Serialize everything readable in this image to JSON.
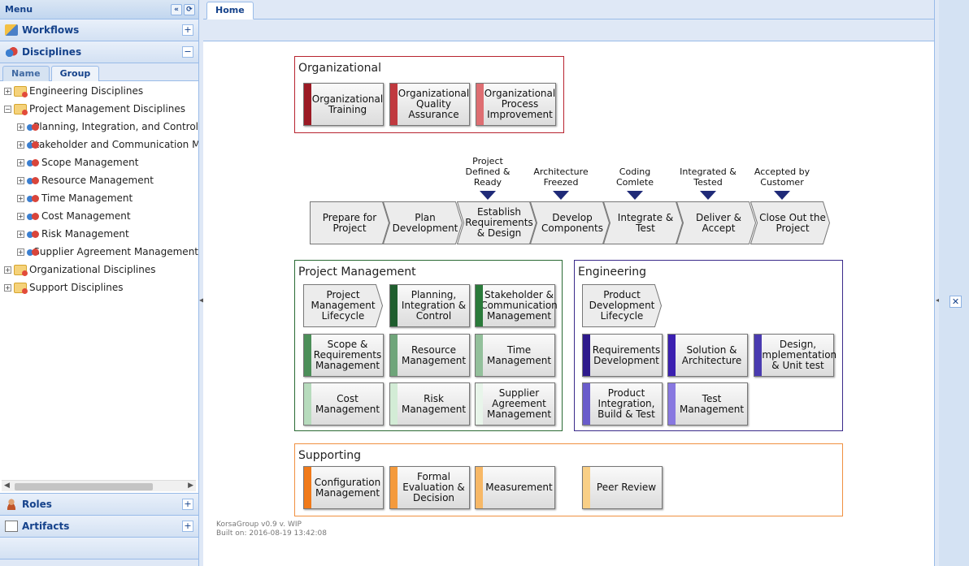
{
  "sidebar": {
    "title": "Menu",
    "title_tools": [
      "«",
      "⟳"
    ],
    "workflows": "Workflows",
    "disciplines": "Disciplines",
    "roles": "Roles",
    "artifacts": "Artifacts",
    "tabs": [
      "Name",
      "Group"
    ],
    "tree": [
      {
        "label": "Engineering Disciplines",
        "expanded": false
      },
      {
        "label": "Project Management Disciplines",
        "expanded": true
      },
      {
        "label": "Planning, Integration, and Control"
      },
      {
        "label": "Stakeholder and Communication Ma"
      },
      {
        "label": "Scope Management"
      },
      {
        "label": "Resource Management"
      },
      {
        "label": "Time Management"
      },
      {
        "label": "Cost Management"
      },
      {
        "label": "Risk Management"
      },
      {
        "label": "Supplier Agreement Management"
      },
      {
        "label": "Organizational Disciplines",
        "expanded": false
      },
      {
        "label": "Support Disciplines",
        "expanded": false
      }
    ]
  },
  "main": {
    "tab": "Home",
    "footer_line1": "KorsaGroup v0.9 v. WIP",
    "footer_line2": "Built on: 2016-08-19 13:42:08"
  },
  "diagram": {
    "organizational": {
      "title": "Organizational",
      "cards": [
        "Organizational Training",
        "Organizational Quality Assurance",
        "Organizational Process Improvement"
      ],
      "colors": [
        "#9b1a24",
        "#c0393f",
        "#de6e72"
      ]
    },
    "lifecycle": {
      "phases": [
        "Prepare for Project",
        "Plan Development",
        "Establish Requirements & Design",
        "Develop Components",
        "Integrate & Test",
        "Deliver & Accept",
        "Close Out the Project"
      ],
      "milestones": [
        "Project Defined & Ready",
        "Architecture Freezed",
        "Coding Comlete",
        "Integrated & Tested",
        "Accepted by Customer"
      ]
    },
    "project_management": {
      "title": "Project Management",
      "lifecycle": "Project Management Lifecycle",
      "cards": [
        "Planning, Integration & Control",
        "Stakeholder & Communication Management",
        "Scope & Requirements Management",
        "Resource Management",
        "Time Management",
        "Cost Management",
        "Risk Management",
        "Supplier Agreement Management"
      ],
      "colors": [
        "#1f5e2e",
        "#2a7a3a",
        "#4c8f59",
        "#6fa57a",
        "#93c09b",
        "#b7dbbd",
        "#d3ecd6",
        "#e8f5ea"
      ]
    },
    "engineering": {
      "title": "Engineering",
      "lifecycle": "Product Development Lifecycle",
      "cards": [
        "Requirements Development",
        "Solution & Architecture",
        "Design, Implementation & Unit test",
        "Product Integration, Build & Test",
        "Test Management"
      ],
      "colors": [
        "#2e1a8c",
        "#3b1fb0",
        "#4a3bb0",
        "#6a5ccb",
        "#8878e0"
      ]
    },
    "supporting": {
      "title": "Supporting",
      "cards": [
        "Configuration Management",
        "Formal Evaluation & Decision",
        "Measurement",
        "Peer Review"
      ],
      "colors": [
        "#f07a1a",
        "#f49a3c",
        "#f7b866",
        "#f9cf86"
      ]
    },
    "group_colors": {
      "organizational": "#b8232f",
      "project_management": "#2a6a34",
      "engineering": "#3a2a8a",
      "supporting": "#f09040"
    }
  }
}
